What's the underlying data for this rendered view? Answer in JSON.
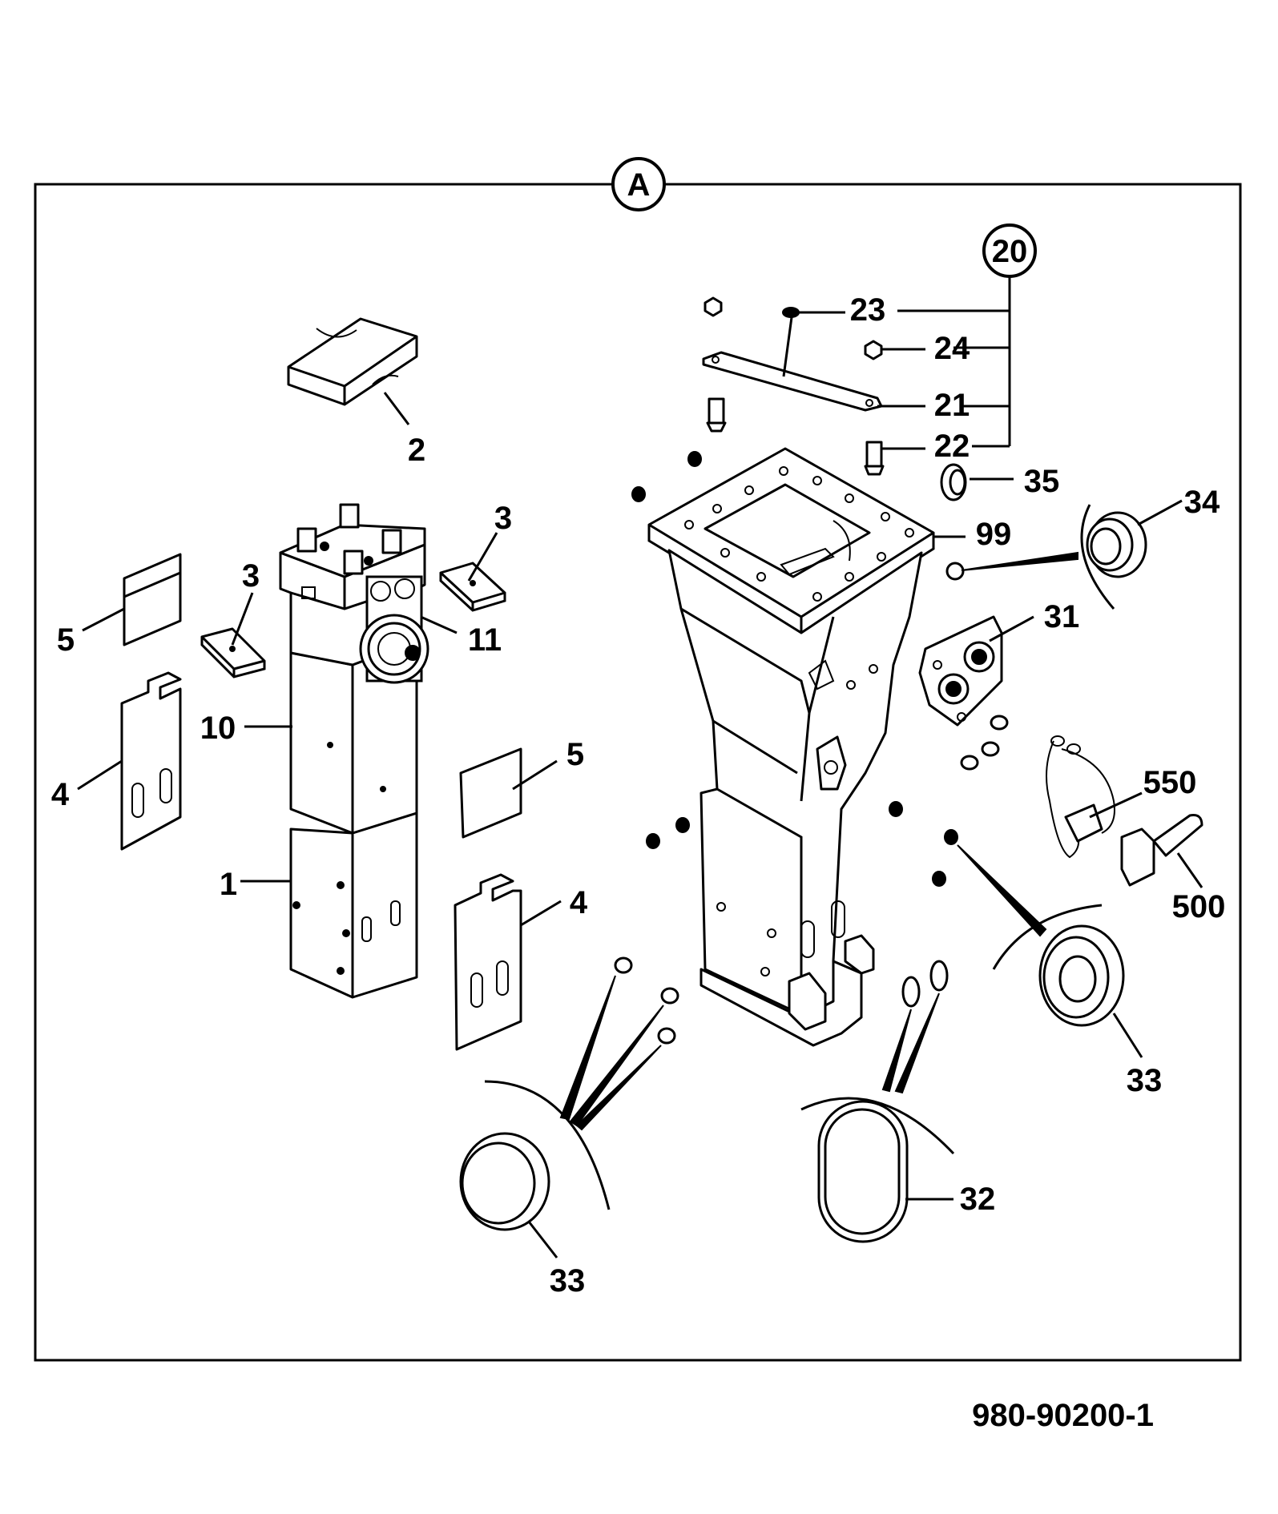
{
  "view_marker": "A",
  "group_marker": "20",
  "drawing_number": "980-90200-1",
  "callouts": {
    "c1": "1",
    "c2": "2",
    "c3a": "3",
    "c3b": "3",
    "c4a": "4",
    "c4b": "4",
    "c5a": "5",
    "c5b": "5",
    "c10": "10",
    "c11": "11",
    "c21": "21",
    "c22": "22",
    "c23": "23",
    "c24": "24",
    "c31": "31",
    "c32": "32",
    "c33a": "33",
    "c33b": "33",
    "c34": "34",
    "c35": "35",
    "c99": "99",
    "c500": "500",
    "c550": "550"
  }
}
